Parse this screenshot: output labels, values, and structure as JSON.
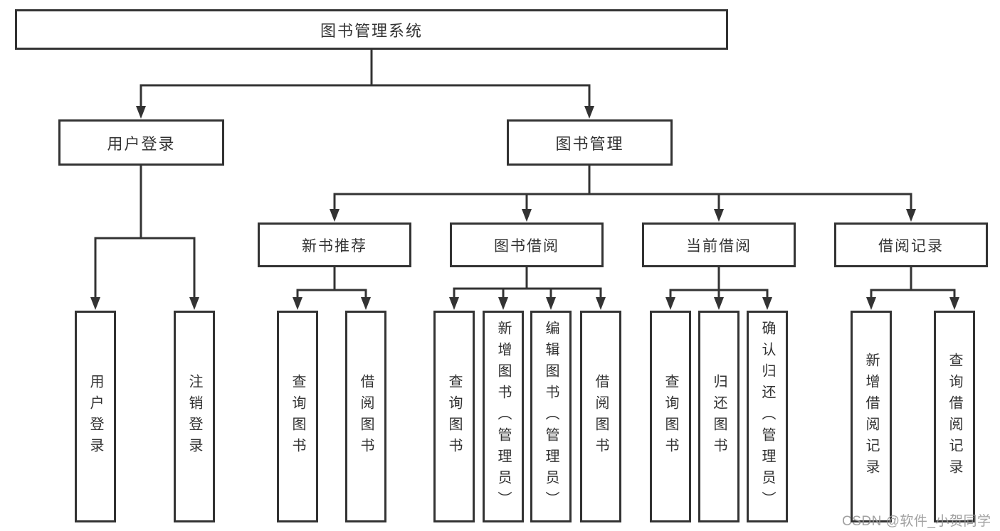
{
  "title": "图书管理系统",
  "watermark": {
    "text": "CSDN @软件_小贺同学"
  },
  "colors": {
    "line": "#333333",
    "box_border": "#333333",
    "text": "#333333",
    "watermark": "#969696",
    "background": "#ffffff"
  },
  "tree": {
    "root": {
      "label": "图书管理系统",
      "children": [
        {
          "label": "用户登录",
          "children": [
            {
              "label": "用户登录"
            },
            {
              "label": "注销登录"
            }
          ]
        },
        {
          "label": "图书管理",
          "children": [
            {
              "label": "新书推荐",
              "children": [
                {
                  "label": "查询图书"
                },
                {
                  "label": "借阅图书"
                }
              ]
            },
            {
              "label": "图书借阅",
              "children": [
                {
                  "label": "查询图书"
                },
                {
                  "label": "新增图书（管理员）"
                },
                {
                  "label": "编辑图书（管理员）"
                },
                {
                  "label": "借阅图书"
                }
              ]
            },
            {
              "label": "当前借阅",
              "children": [
                {
                  "label": "查询图书"
                },
                {
                  "label": "归还图书"
                },
                {
                  "label": "确认归还（管理员）"
                }
              ]
            },
            {
              "label": "借阅记录",
              "children": [
                {
                  "label": "新增借阅记录"
                },
                {
                  "label": "查询借阅记录"
                }
              ]
            }
          ]
        }
      ]
    }
  }
}
